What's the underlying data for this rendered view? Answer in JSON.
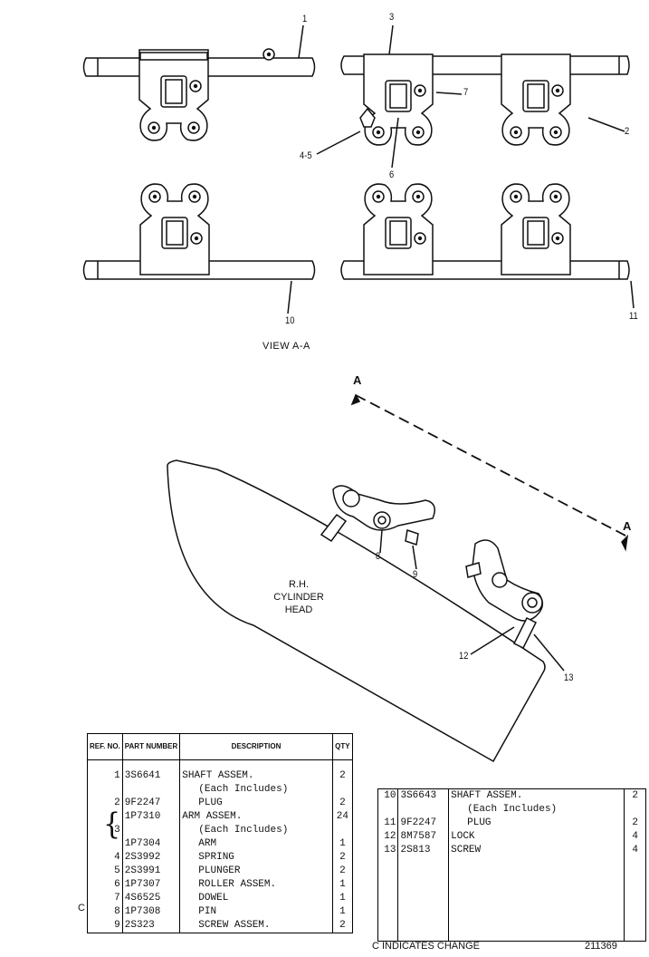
{
  "callouts": [
    "1",
    "2",
    "3",
    "4-5",
    "6",
    "7",
    "8",
    "9",
    "10",
    "11",
    "12",
    "13"
  ],
  "view_title": "VIEW A-A",
  "section_marker": "A",
  "cylinder_head": [
    "R.H.",
    "CYLINDER",
    "HEAD"
  ],
  "table_headers": {
    "ref": "REF. NO.",
    "part": "PART NUMBER",
    "desc": "DESCRIPTION",
    "qty": "QTY"
  },
  "parts_left": [
    {
      "ref": "1",
      "part": "3S6641",
      "desc": "SHAFT ASSEM.",
      "qty": "2"
    },
    {
      "ref": "",
      "part": "",
      "desc": "(Each Includes)",
      "qty": ""
    },
    {
      "ref": "2",
      "part": "9F2247",
      "desc": "PLUG",
      "qty": "2"
    },
    {
      "ref": "",
      "part": "1P7310",
      "desc": "ARM ASSEM.",
      "qty": "24"
    },
    {
      "ref": "3",
      "part": "",
      "desc": "(Each Includes)",
      "qty": ""
    },
    {
      "ref": "",
      "part": "1P7304",
      "desc": "ARM",
      "qty": "1"
    },
    {
      "ref": "4",
      "part": "2S3992",
      "desc": "SPRING",
      "qty": "2"
    },
    {
      "ref": "5",
      "part": "2S3991",
      "desc": "PLUNGER",
      "qty": "2"
    },
    {
      "ref": "6",
      "part": "1P7307",
      "desc": "ROLLER ASSEM.",
      "qty": "1"
    },
    {
      "ref": "7",
      "part": "4S6525",
      "desc": "DOWEL",
      "qty": "1"
    },
    {
      "ref": "8",
      "part": "1P7308",
      "desc": "PIN",
      "qty": "1"
    },
    {
      "ref": "9",
      "part": "2S323",
      "desc": "SCREW ASSEM.",
      "qty": "2"
    }
  ],
  "parts_right": [
    {
      "ref": "10",
      "part": "3S6643",
      "desc": "SHAFT ASSEM.",
      "qty": "2"
    },
    {
      "ref": "",
      "part": "",
      "desc": "(Each Includes)",
      "qty": ""
    },
    {
      "ref": "11",
      "part": "9F2247",
      "desc": "PLUG",
      "qty": "2"
    },
    {
      "ref": "12",
      "part": "8M7587",
      "desc": "LOCK",
      "qty": "4"
    },
    {
      "ref": "13",
      "part": "2S813",
      "desc": "SCREW",
      "qty": "4"
    }
  ],
  "change_mark": "C",
  "footer_note": "C INDICATES CHANGE",
  "drawing_id": "211369"
}
